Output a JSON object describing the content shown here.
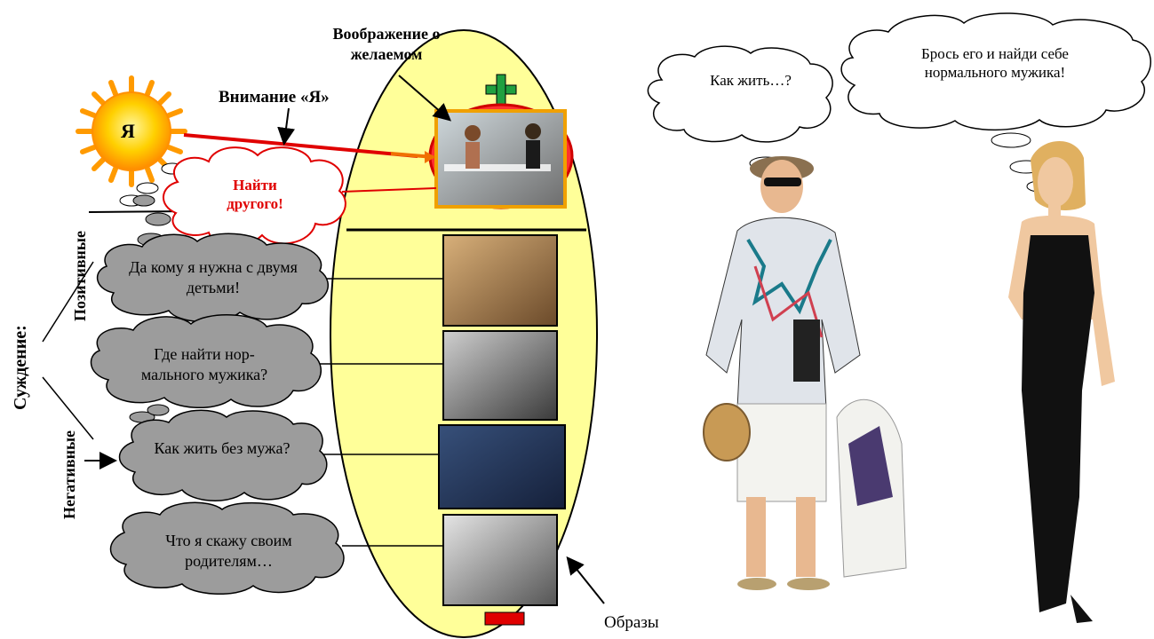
{
  "title": "Воображение о желаемом",
  "attention_label": "Внимание «Я»",
  "sun_label": "Я",
  "positive_thought": "Найти другого!",
  "judgment_label": "Суждение:",
  "positive_label": "Позитивные",
  "negative_label": "Негативные",
  "thoughts": [
    "Да кому я нужна с двумя детьми!",
    "Где найти нор-мального мужика?",
    "Как жить без мужа?",
    "Что я скажу своим родителям…"
  ],
  "images_label": "Образы",
  "woman1_thought": "Как жить…?",
  "woman2_thought": "Брось его и найди себе нормального мужика!",
  "plus_symbol": "+",
  "minus_symbol": "−",
  "colors": {
    "ellipse_fill": "#ffff99",
    "cloud_gray": "#9c9c9c",
    "positive_red": "#e00000",
    "plus_green": "#20a040",
    "minus_red": "#e00000",
    "sun_yellow": "#ffd000",
    "frame_orange": "#f0a000"
  }
}
